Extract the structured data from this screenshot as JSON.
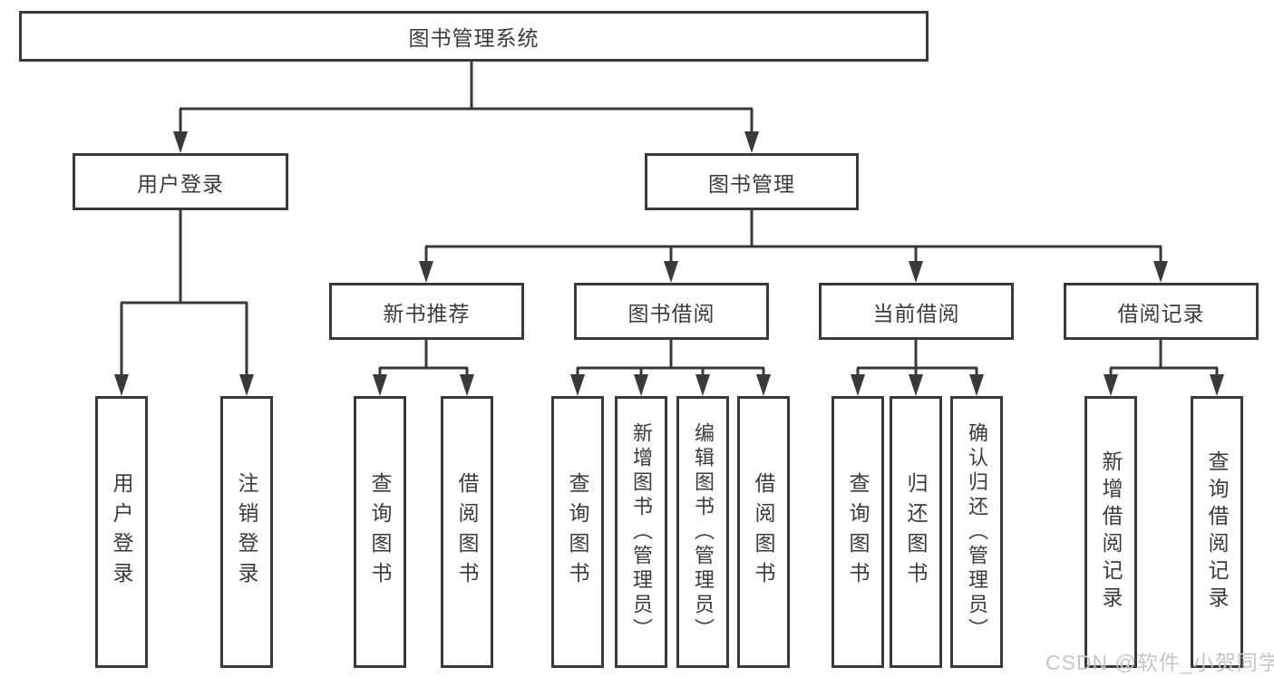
{
  "diagram": {
    "root": "图书管理系统",
    "level2": [
      "用户登录",
      "图书管理"
    ],
    "level3": [
      "新书推荐",
      "图书借阅",
      "当前借阅",
      "借阅记录"
    ],
    "leaves": {
      "user_login": [
        "用户登录",
        "注销登录"
      ],
      "new_book": [
        "查询图书",
        "借阅图书"
      ],
      "book_borrow": [
        "查询图书",
        "新增图书（管理员）",
        "编辑图书（管理员）",
        "借阅图书"
      ],
      "current_borrow": [
        "查询图书",
        "归还图书",
        "确认归还（管理员）"
      ],
      "borrow_records": [
        "新增借阅记录",
        "查询借阅记录"
      ]
    }
  },
  "colors": {
    "line": "#39393b",
    "border": "#3a3a3c",
    "text": "#3b3b3b",
    "watermark": "#c6c6c6",
    "background": "#ffffff"
  },
  "watermark": "CSDN @软件_小贺同学"
}
